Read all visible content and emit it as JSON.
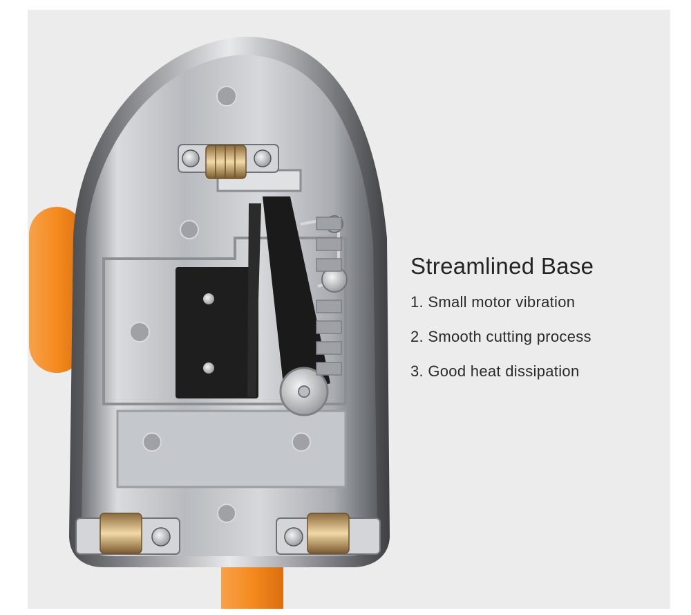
{
  "feature": {
    "title": "Streamlined Base",
    "points": [
      "1. Small motor vibration",
      "2. Smooth cutting process",
      "3. Good heat dissipation"
    ]
  },
  "colors": {
    "background": "#ececec",
    "handle_orange": "#f58a1f",
    "metal": "#c9cbce",
    "blade_black": "#1c1c1c",
    "text": "#232323"
  },
  "image": {
    "subject": "hot-knife-base-photo"
  }
}
